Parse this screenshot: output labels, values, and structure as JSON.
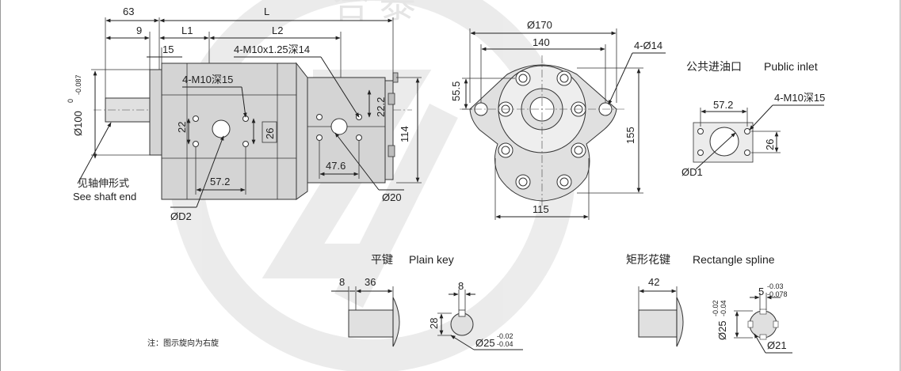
{
  "watermark": {
    "text": "合 泰"
  },
  "side_view": {
    "dim_63": "63",
    "dim_9": "9",
    "dim_L1": "L1",
    "dim_L": "L",
    "dim_L2": "L2",
    "dim_15": "15",
    "callout_m10x125": "4-M10x1.25深14",
    "callout_m10": "4-M10深15",
    "dim_shaft_dia_main": "Ø100",
    "dim_shaft_tol_upper": "0",
    "dim_shaft_tol_lower": "-0.087",
    "dim_22": "22",
    "dim_26": "26",
    "dim_22_2": "22.2",
    "dim_114": "114",
    "dim_47_6": "47.6",
    "dim_57_2": "57.2",
    "dim_d20": "Ø20",
    "dim_d2": "ØD2",
    "shaft_note_cn": "见轴伸形式",
    "shaft_note_en": "See shaft end"
  },
  "front_view": {
    "dim_170": "Ø170",
    "dim_140": "140",
    "dim_4_14": "4-Ø14",
    "dim_55_5": "55.5",
    "dim_155": "155",
    "dim_115": "115"
  },
  "public_inlet": {
    "title_cn": "公共进油口",
    "title_en": "Public inlet",
    "dim_57_2": "57.2",
    "callout": "4-M10深15",
    "dim_26": "26",
    "dim_d1": "ØD1"
  },
  "plain_key": {
    "title_cn": "平键",
    "title_en": "Plain key",
    "dim_8": "8",
    "dim_36": "36",
    "dim_28": "28",
    "dim_8b": "8",
    "dim_25": "Ø25",
    "tol_upper": "-0.02",
    "tol_lower": "-0.04"
  },
  "spline": {
    "title_cn": "矩形花键",
    "title_en": "Rectangle spline",
    "dim_42": "42",
    "dim_5": "5",
    "tol5_upper": "-0.03",
    "tol5_lower": "-0.078",
    "dim_25": "Ø25",
    "tol25_upper": "-0.02",
    "tol25_lower": "-0.04",
    "dim_21": "Ø21"
  },
  "note": "注：图示旋向为右旋"
}
